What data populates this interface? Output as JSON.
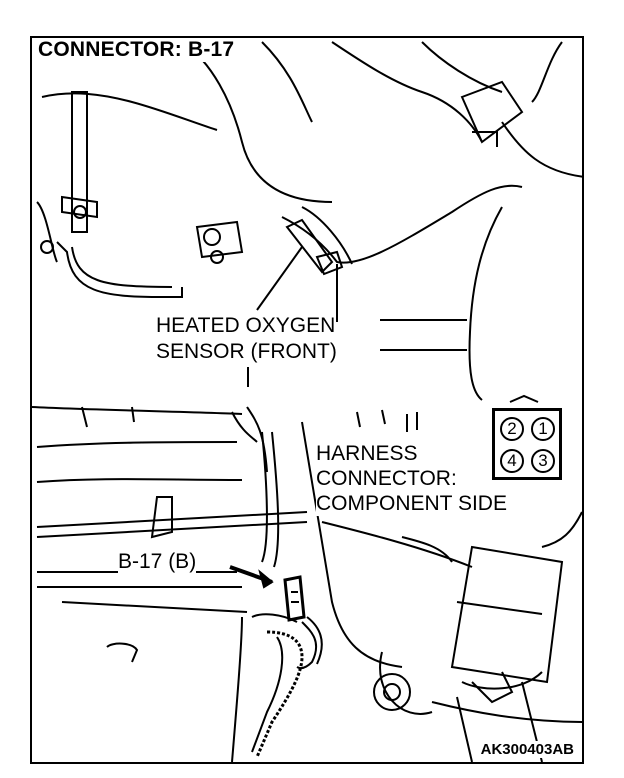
{
  "title": "CONNECTOR: B-17",
  "sensor_label": {
    "line1": "HEATED OXYGEN",
    "line2": "SENSOR (FRONT)"
  },
  "harness_label": {
    "line1": "HARNESS",
    "line2": "CONNECTOR:",
    "line3": "COMPONENT SIDE"
  },
  "connector_callout": "B-17 (B)",
  "connector_pins": [
    "2",
    "1",
    "4",
    "3"
  ],
  "figure_code": "AK300403AB"
}
